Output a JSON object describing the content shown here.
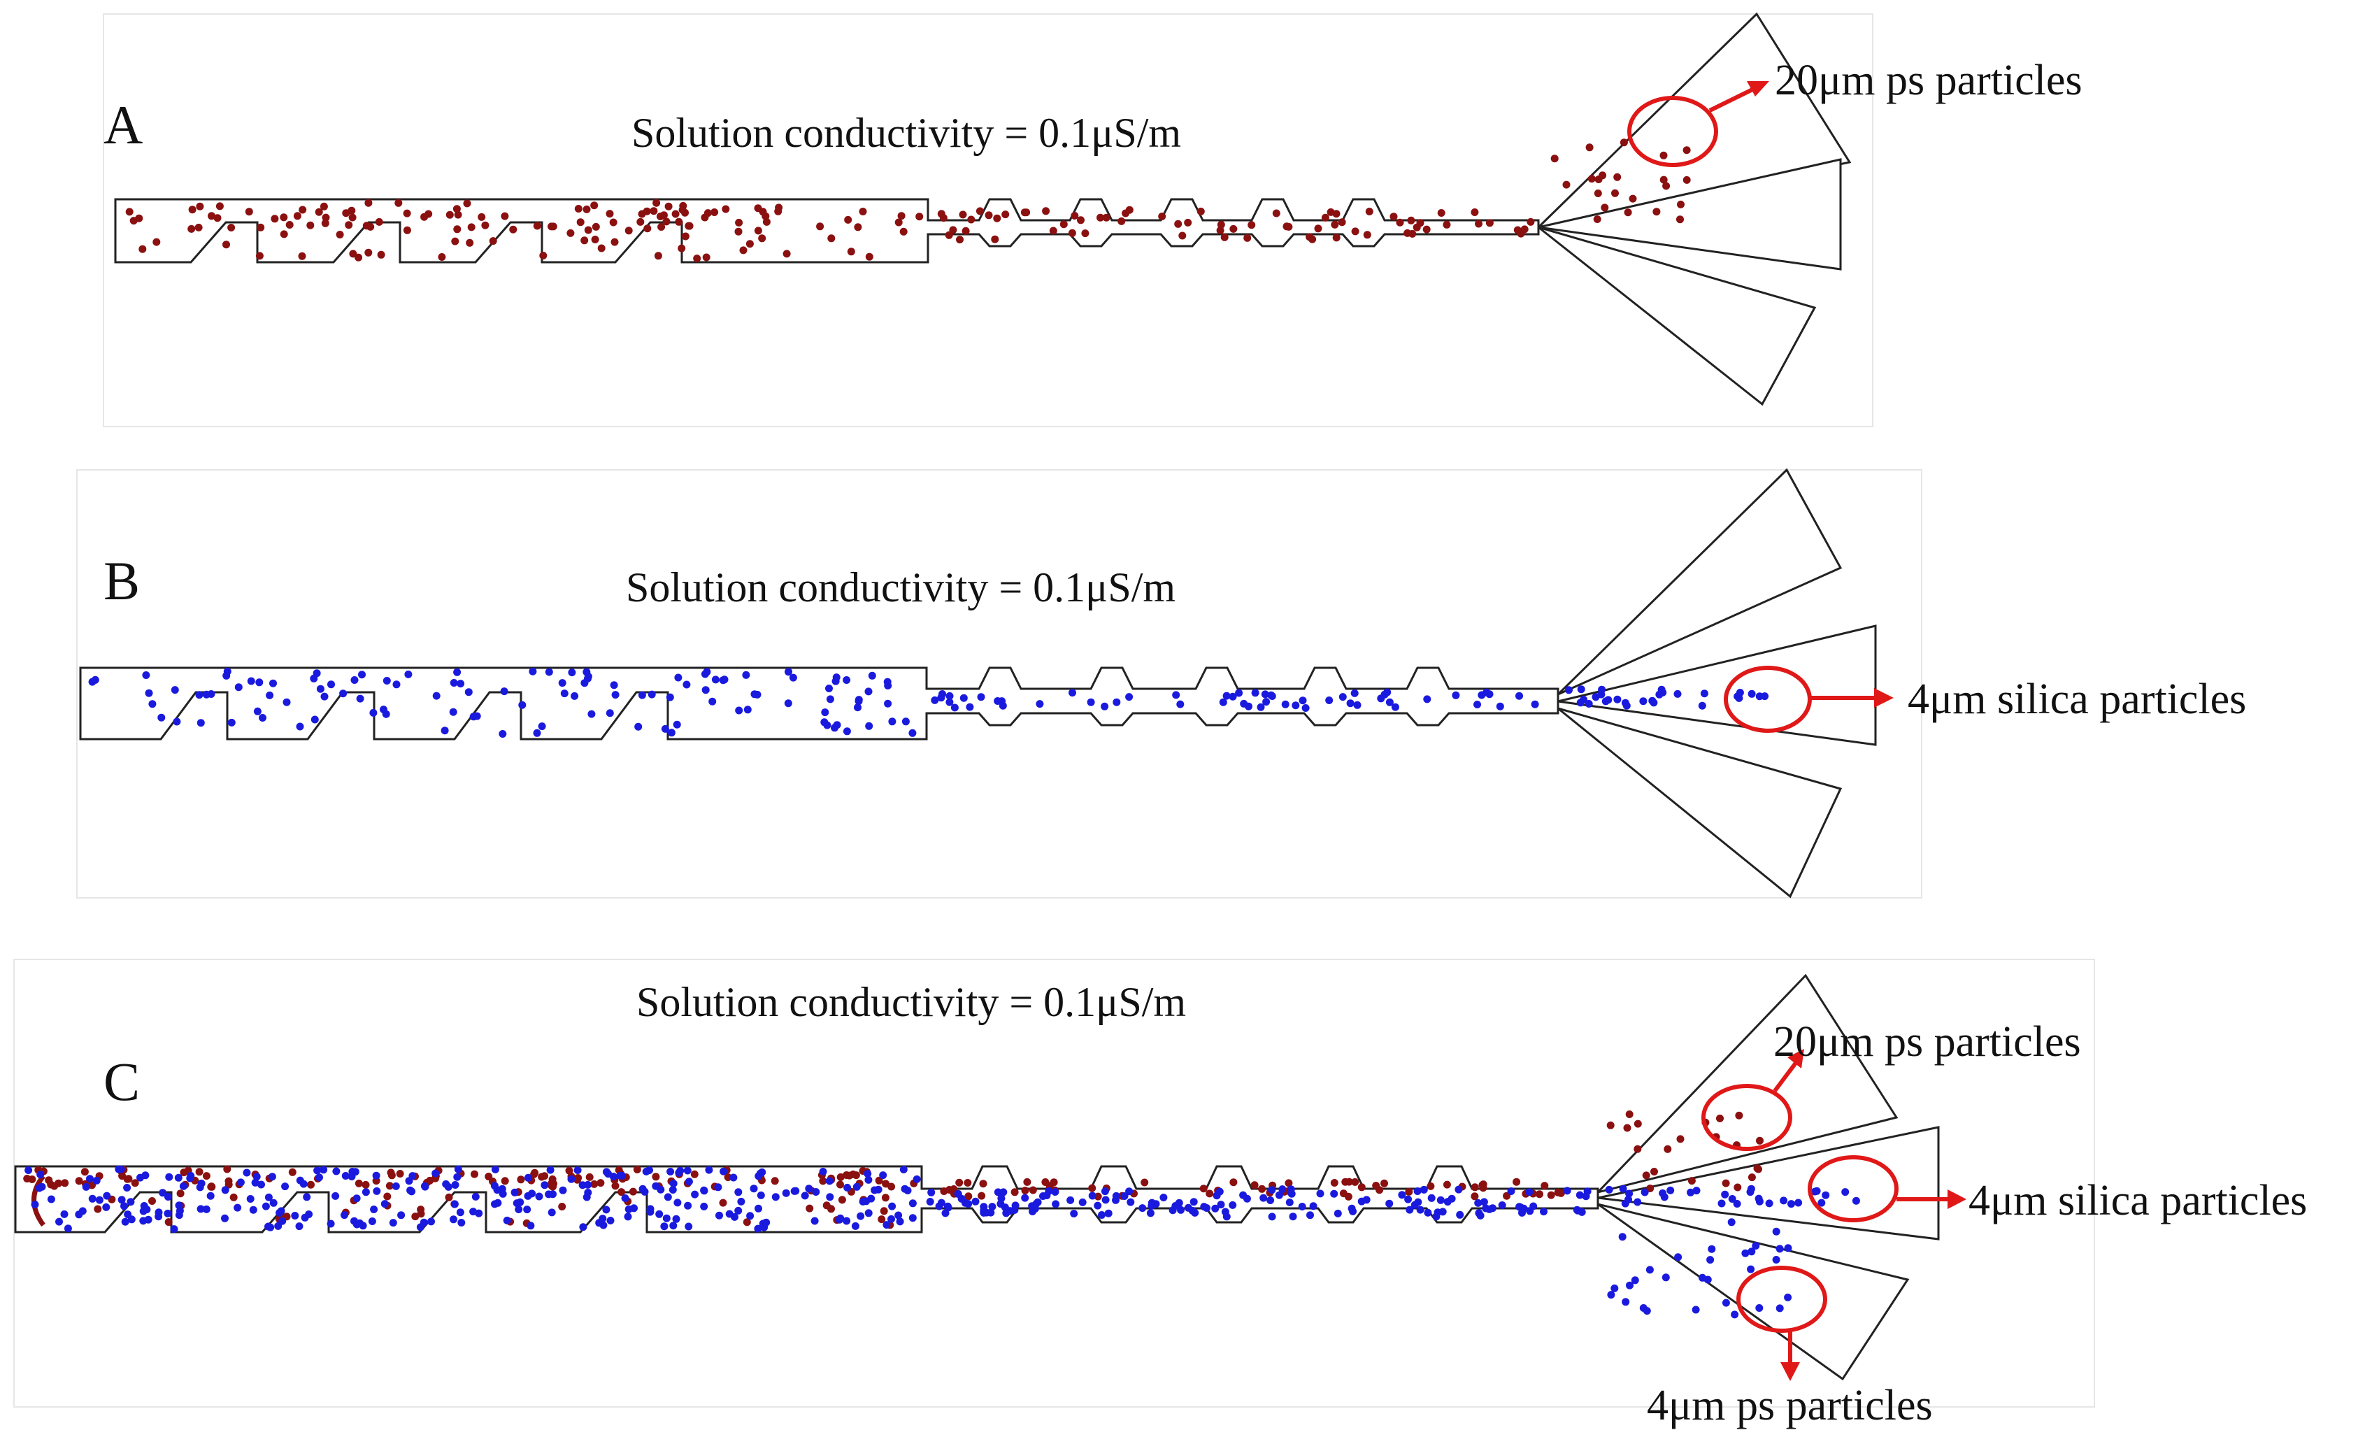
{
  "colors": {
    "ps_20um": "#8b1010",
    "silica_4um": "#1a1adf",
    "callout": "#e01818",
    "outline": "#222222"
  },
  "panels": [
    {
      "letter": "A",
      "condition": "Solution conductivity = 0.1μS/m",
      "particle_types": [
        "ps_20um"
      ],
      "callouts": [
        {
          "text": "20μm ps particles",
          "outlet": 1
        }
      ]
    },
    {
      "letter": "B",
      "condition": "Solution conductivity = 0.1μS/m",
      "particle_types": [
        "silica_4um"
      ],
      "callouts": [
        {
          "text": "4μm silica particles",
          "outlet": 2
        }
      ]
    },
    {
      "letter": "C",
      "condition": "Solution conductivity = 0.1μS/m",
      "particle_types": [
        "ps_20um",
        "silica_4um"
      ],
      "callouts": [
        {
          "text": "20μm ps particles",
          "outlet": 1
        },
        {
          "text": "4μm silica particles",
          "outlet": 2
        },
        {
          "text": "4μm ps particles",
          "outlet": 3
        }
      ]
    }
  ]
}
